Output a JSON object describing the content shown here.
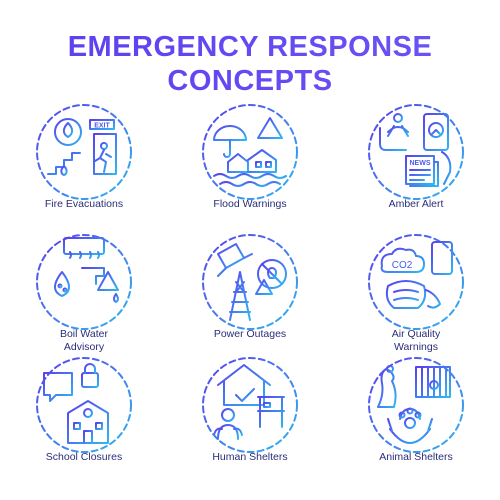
{
  "title": {
    "line1": "EMERGENCY RESPONSE",
    "line2": "CONCEPTS"
  },
  "colors": {
    "title": "#5b44ef",
    "icon_start": "#5b3ff0",
    "icon_end": "#2fb7f0",
    "label": "#2a2d78"
  },
  "items": [
    {
      "icon": "fire-evacuation-icon",
      "label_line1": "Fire Evacuations",
      "label_line2": "",
      "exit_sign": "EXIT"
    },
    {
      "icon": "flood-warning-icon",
      "label_line1": "Flood Warnings",
      "label_line2": ""
    },
    {
      "icon": "amber-alert-icon",
      "label_line1": "Amber Alert",
      "label_line2": "",
      "news_sign": "NEWS"
    },
    {
      "icon": "boil-water-icon",
      "label_line1": "Boil Water",
      "label_line2": "Advisory"
    },
    {
      "icon": "power-outage-icon",
      "label_line1": "Power Outages",
      "label_line2": ""
    },
    {
      "icon": "air-quality-icon",
      "label_line1": "Air Quality",
      "label_line2": "Warnings",
      "co2_sign": "CO2"
    },
    {
      "icon": "school-closure-icon",
      "label_line1": "School Closures",
      "label_line2": ""
    },
    {
      "icon": "human-shelter-icon",
      "label_line1": "Human Shelters",
      "label_line2": ""
    },
    {
      "icon": "animal-shelter-icon",
      "label_line1": "Animal Shelters",
      "label_line2": ""
    }
  ]
}
